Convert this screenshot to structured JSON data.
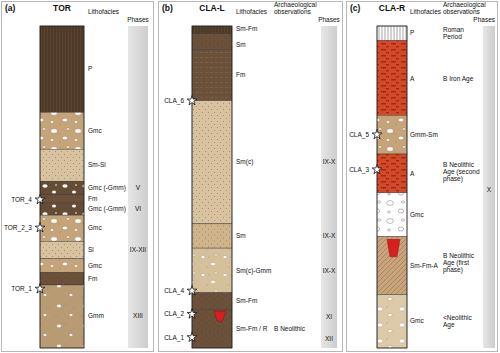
{
  "diagram": {
    "nodes": [
      {
        "text": [
          "(a)",
          "TOR"
        ]
      },
      {
        "text": [
          "Phases",
          "V",
          "VI",
          "IX-XII",
          "XIII"
        ],
        "in": 0
      },
      {
        "text": [
          "(b)",
          "CLA-L"
        ]
      },
      {
        "text": [
          "Phases",
          "IX-X",
          "IX-X",
          "IX-X",
          "XI",
          "XII"
        ],
        "in": 2
      },
      {
        "text": [
          "(c)",
          "CLA-R"
        ]
      },
      {
        "text": [
          "Phases",
          "X"
        ],
        "in": 4
      }
    ],
    "labels": [
      "Lithofacies",
      "P",
      "Gmc",
      "Sm-Sl",
      "Gmc (-Gmm)",
      "Fm",
      "Gmc (-Gmm)",
      "Gmc",
      "Sl",
      "Gmc",
      "Fm",
      "Gmm",
      "TOR_4",
      "TOR_2_3",
      "TOR_1",
      "Lithofacies",
      "Archaeological observations",
      "Sm-Fm",
      "Sm",
      "Fm",
      "Sm(c)",
      "Sm",
      "Sm(c)-Gmm",
      "Sm-Fm",
      "Sm-Fm / R",
      "B Neolithic",
      "CLA_6",
      "CLA_4",
      "CLA_2",
      "CLA_1",
      "Lithofacies",
      "Archaeological observations",
      "P",
      "Roman Period",
      "A",
      "B Iron Age",
      "Gmm-Sm",
      "A",
      "B Neolithic Age (second phase)",
      "Gmc",
      "Sm-Fm-A",
      "B Neolithic Age (first phase)",
      "Gmc",
      "<Neolithic Age",
      "CLA_5",
      "CLA_3"
    ]
  }
}
